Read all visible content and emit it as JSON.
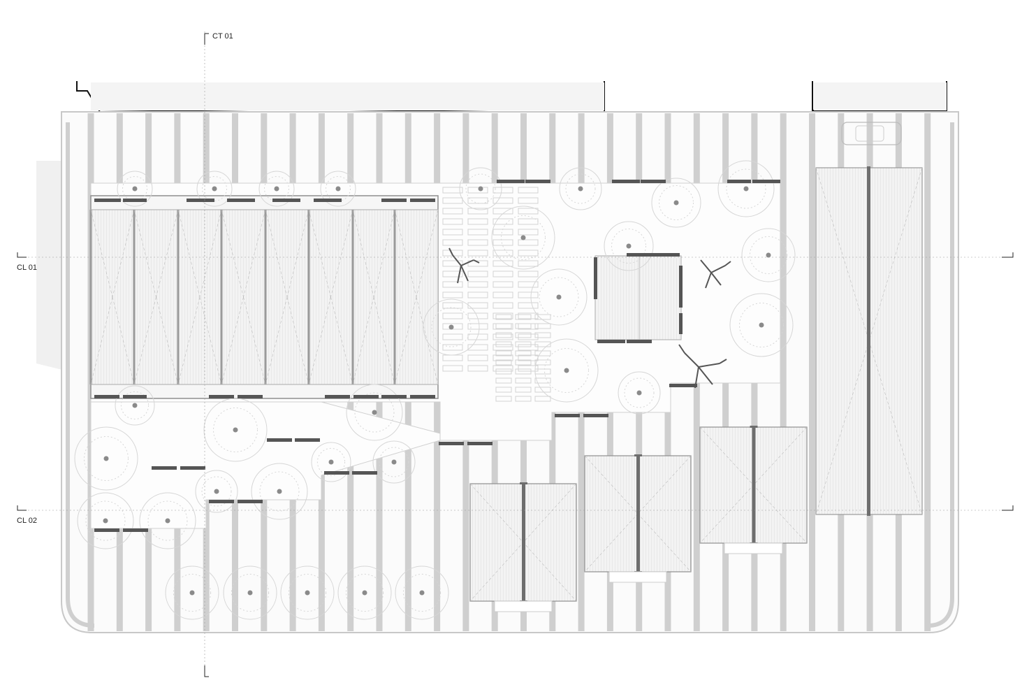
{
  "drawing": {
    "type": "architectural site plan",
    "section_marks": [
      {
        "id": "ct01",
        "label": "CT 01"
      },
      {
        "id": "cl01",
        "label": "CL 01"
      },
      {
        "id": "cl02",
        "label": "CL 02"
      }
    ],
    "colors": {
      "linework": "#cfcfcf",
      "shadow": "#e6e6e6",
      "bench": "#555555",
      "outline": "#111111",
      "paper": "#ffffff"
    },
    "icon_names": [
      "tree-canopy-icon",
      "bare-tree-icon",
      "car-icon",
      "bench-icon"
    ]
  }
}
